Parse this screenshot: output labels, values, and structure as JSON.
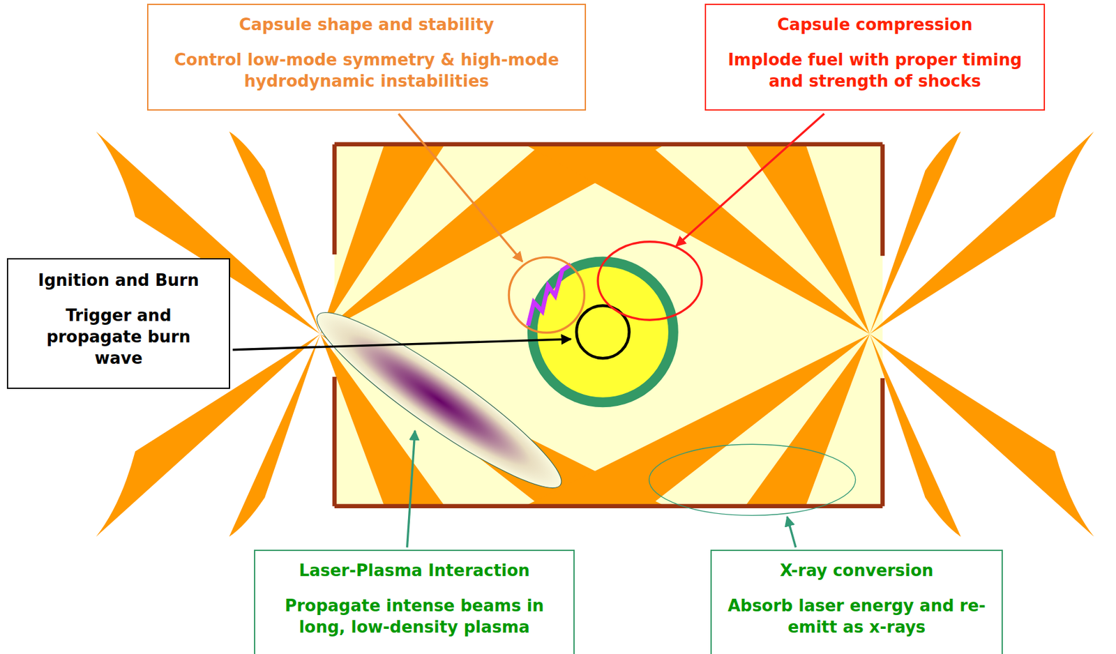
{
  "diagram": {
    "nodes": [
      {
        "text": [
          "Capsule shape and stability",
          "Control low-mode symmetry & high-mode hydrodynamic instabilities"
        ]
      },
      {
        "text": [
          "Capsule compression",
          "Implode fuel with proper timing and strength of shocks"
        ]
      },
      {
        "text": [
          "Ignition and Burn",
          "Trigger and propagate burn wave"
        ]
      },
      {
        "text": [
          "Laser-Plasma Interaction",
          "Propagate intense beams in long, low-density plasma"
        ]
      },
      {
        "text": [
          "X-ray conversion",
          "Absorb laser energy and re-emitt as x-rays"
        ]
      }
    ]
  }
}
